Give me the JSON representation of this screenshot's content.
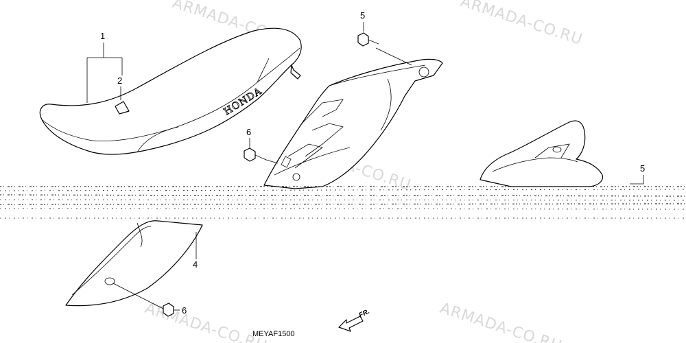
{
  "watermarks": [
    "ARMADA-CO.RU",
    "ARMADA-CO.RU",
    "ARMADA-CO.RU",
    "ARMADA-CO.RU",
    "ARMADA-CO.RU"
  ],
  "callouts": {
    "seat": "1",
    "emblem": "2",
    "side_cover": "4",
    "bolt_top": "5",
    "bolt_right": "5",
    "bolt_mid": "6",
    "bolt_bottom": "6"
  },
  "seat_brand": "HONDA",
  "diagram_code": "MEYAF1500",
  "direction_marker": "FR."
}
